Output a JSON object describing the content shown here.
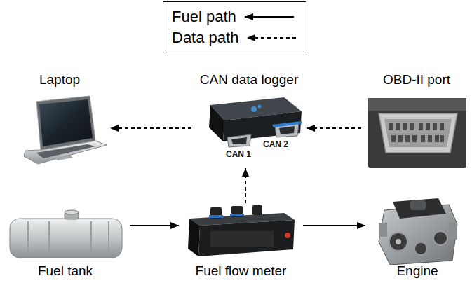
{
  "diagram": {
    "nodes": [
      {
        "text": [
          "Laptop"
        ]
      },
      {
        "text": [
          "CAN data logger"
        ]
      },
      {
        "text": [
          "OBD-II port"
        ]
      },
      {
        "text": [
          "Fuel tank"
        ]
      },
      {
        "text": [
          "Fuel flow meter"
        ]
      },
      {
        "text": [
          "Engine"
        ]
      }
    ],
    "edges": [
      {
        "from": 2,
        "to": 1,
        "arrow": "to"
      },
      {
        "from": 1,
        "to": 0,
        "arrow": "to"
      },
      {
        "from": 4,
        "to": 1,
        "arrow": "to"
      },
      {
        "from": 3,
        "to": 4,
        "arrow": "to"
      },
      {
        "from": 4,
        "to": 5,
        "arrow": "to"
      }
    ],
    "labels": [
      "CAN 1",
      "CAN 2"
    ],
    "legend": [
      {
        "text": "Fuel path"
      },
      {
        "text": "Data path"
      }
    ]
  }
}
